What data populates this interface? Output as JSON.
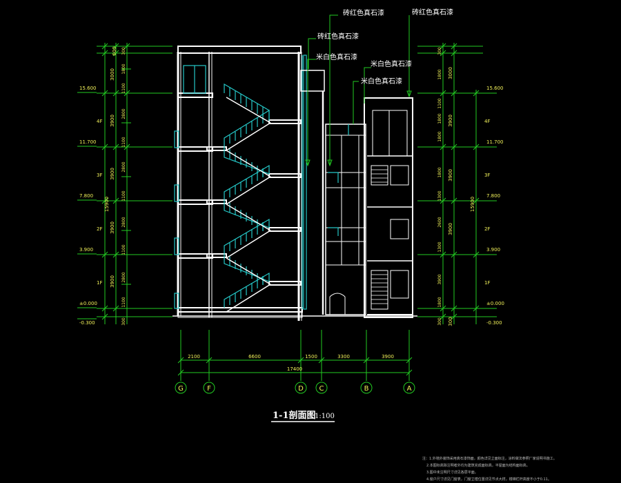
{
  "drawing": {
    "title": "1-1剖面图",
    "scale": "1:100"
  },
  "material_labels": {
    "top_a": "砖红色真石漆",
    "top_b": "砖红色真石漆",
    "mid_a": "砖红色真石漆",
    "mid_b": "米白色真石漆",
    "right_a": "米白色真石漆",
    "right_b": "米白色真石漆"
  },
  "left_dims": {
    "outer": [
      "600",
      "3000",
      "3900",
      "3900",
      "3900",
      "3900"
    ],
    "inner": [
      "300",
      "1800",
      "1100",
      "2800",
      "1100",
      "2800",
      "1100",
      "2800",
      "1100",
      "2800",
      "1100",
      "300"
    ],
    "elevations": [
      "15.600",
      "11.700",
      "7.800",
      "3.900",
      "±0.000",
      "-0.300"
    ],
    "floors": [
      "4F",
      "3F",
      "2F",
      "1F"
    ],
    "total": "15900"
  },
  "right_dims": {
    "outer": [
      "3000",
      "3900",
      "3900",
      "3900",
      "300"
    ],
    "inner": [
      "300",
      "1800",
      "1100",
      "1800",
      "1800",
      "1300",
      "2600",
      "1300",
      "1800",
      "3900",
      "1800",
      "300"
    ],
    "elevations": [
      "15.600",
      "11.700",
      "7.800",
      "3.900",
      "±0.000",
      "-0.300"
    ],
    "floors": [
      "4F",
      "3F",
      "2F",
      "1F"
    ],
    "total": "15900"
  },
  "bottom_dims": {
    "segments": [
      "2100",
      "6600",
      "1500",
      "3300",
      "3900"
    ],
    "total": "17400"
  },
  "axes": [
    "G",
    "F",
    "D",
    "C",
    "B",
    "A"
  ],
  "notes": {
    "line1": "注：1.外墙外装饰采用真石漆饰面，颜色详见立面标注，涂料做法参照厂家说明书施工。",
    "line2": "2.本图标高除注明者外均为建筑完成面标高，平屋面为结构面标高。",
    "line3": "3.图中未注明尺寸详见各层平面。",
    "line4": "4.窗户尺寸详见门窗表，门窗立樘位置详见节点大样，楼梯栏杆高度不小于0.11。"
  }
}
